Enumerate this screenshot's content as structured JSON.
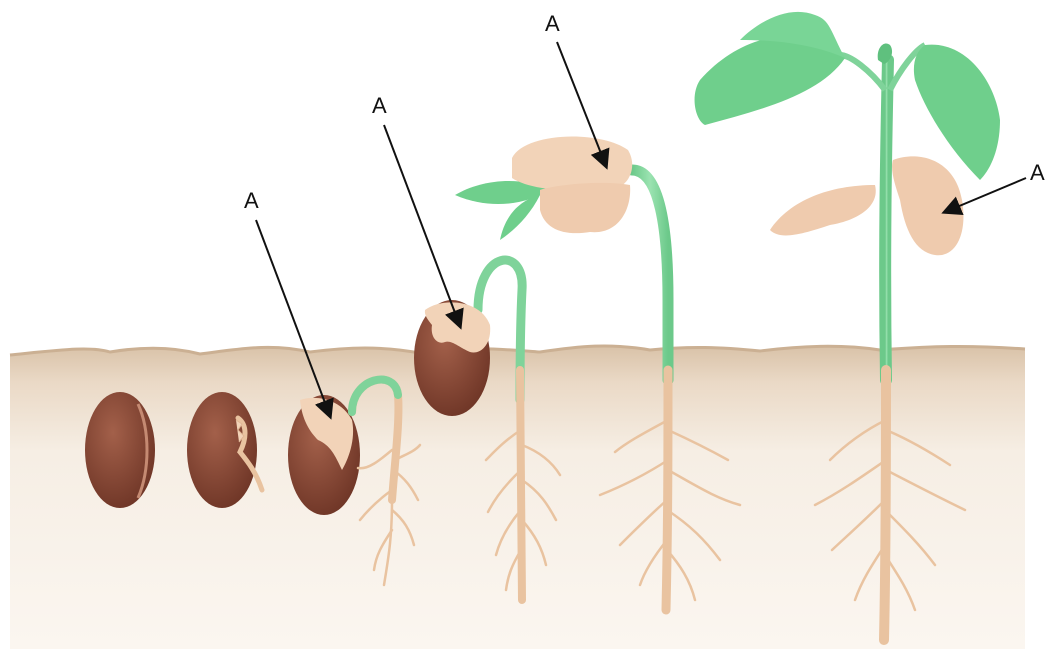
{
  "diagram": {
    "labels": [
      {
        "id": "label-stage-3",
        "text": "A"
      },
      {
        "id": "label-stage-4",
        "text": "A"
      },
      {
        "id": "label-stage-5",
        "text": "A"
      },
      {
        "id": "label-stage-6",
        "text": "A"
      }
    ],
    "colors": {
      "soil_surface": "#dcc7b0",
      "soil_body": "#f5ece1",
      "seed_coat": "#8a4a35",
      "cotyledon": "#f2d3b8",
      "stem": "#7fd39a",
      "root": "#e9c3a0",
      "leaf": "#6fcf8c",
      "arrow": "#111111"
    }
  }
}
